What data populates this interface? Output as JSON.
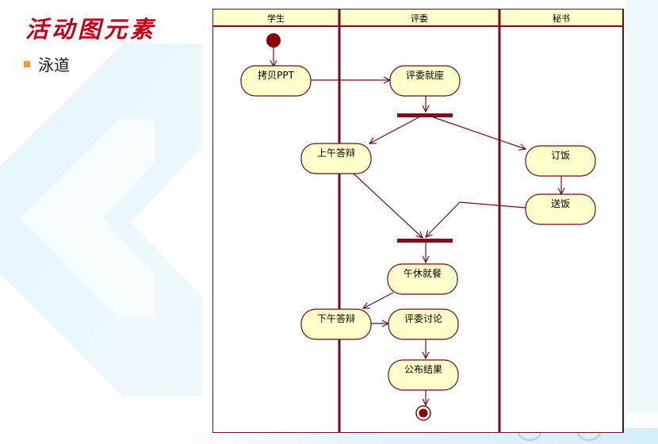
{
  "slide": {
    "title": "活动图元素",
    "bullets": [
      "泳道"
    ]
  },
  "diagram": {
    "lanes": [
      "学生",
      "评委",
      "秘书"
    ],
    "activities": {
      "copy_ppt": "拷贝PPT",
      "judges_seated": "评委就座",
      "morning_defense": "上午答辩",
      "order_meal": "订饭",
      "deliver_meal": "送饭",
      "lunch_break": "午休就餐",
      "afternoon_defense": "下午答辩",
      "judges_discuss": "评委讨论",
      "publish_results": "公布结果"
    }
  },
  "colors": {
    "title": "#c0001a",
    "bullet": "#f39a2b",
    "frame": "#6b0f1a",
    "header_fill": "#ffffcc",
    "activity_fill": "#ffffcc",
    "bar": "#7a1020",
    "node": "#8b0000"
  }
}
